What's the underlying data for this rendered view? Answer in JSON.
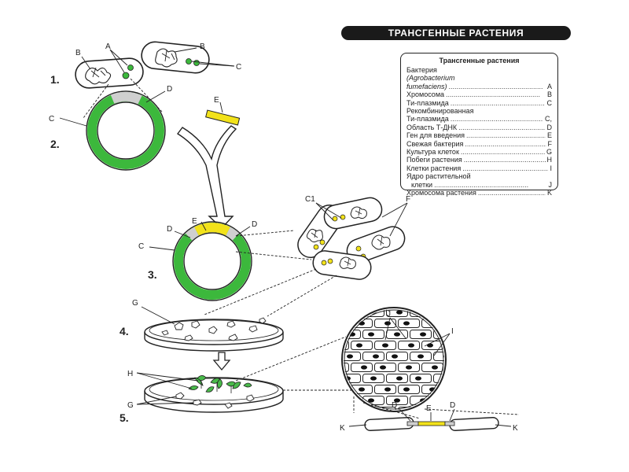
{
  "banner": "ТРАНСГЕННЫЕ РАСТЕНИЯ",
  "legend": {
    "title": "Трансгенные растения",
    "rows": [
      {
        "text": "Бактерия",
        "key": ""
      },
      {
        "text": "(Agrobacterium",
        "key": "",
        "italic": true
      },
      {
        "text": "fumefaciens)",
        "key": "A",
        "italic": true
      },
      {
        "text": "Хромосома",
        "key": "B"
      },
      {
        "text": "Ти-плазмида",
        "key": "C"
      },
      {
        "text": "Рекомбинированная",
        "key": ""
      },
      {
        "text": "Ти-плазмида",
        "key": "C,"
      },
      {
        "text": "Область Т-ДНК",
        "key": "D"
      },
      {
        "text": "Ген для введения",
        "key": "E"
      },
      {
        "text": "Свежая бактерия",
        "key": "F"
      },
      {
        "text": "Культура клеток",
        "key": "G"
      },
      {
        "text": "Побеги растения",
        "key": "H"
      },
      {
        "text": "Клетки растения",
        "key": "I"
      },
      {
        "text": "Ядро растительной",
        "key": ""
      },
      {
        "text": "клетки",
        "key": "J",
        "indent": true
      },
      {
        "text": "Хромосома растения",
        "key": "K"
      }
    ]
  },
  "steps": [
    "1.",
    "2.",
    "3.",
    "4.",
    "5."
  ],
  "labels": {
    "a": "A",
    "b": "B",
    "c": "C",
    "c1": "C1",
    "d": "D",
    "e": "E",
    "f": "F",
    "g": "G",
    "h": "H",
    "i": "I",
    "j": "J",
    "k": "K"
  },
  "colors": {
    "plasmid": "#3cb83c",
    "gene": "#f2e21a",
    "shoots": "#49b94a",
    "ink": "#222222"
  }
}
